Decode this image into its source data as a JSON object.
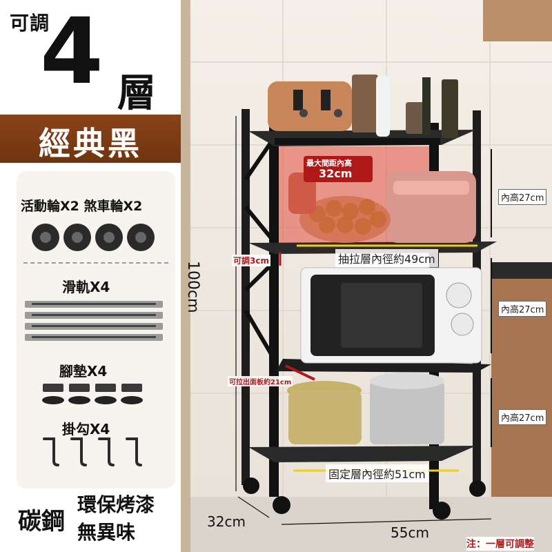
{
  "header": {
    "adjustable": "可調",
    "layer_count": "4",
    "layer_unit": "層",
    "color_name": "經典黑"
  },
  "accessories": {
    "wheels": "活動輪X2 煞車輪X2",
    "rails": "滑軌X4",
    "pads": "腳墊X4",
    "hooks": "掛勾X4"
  },
  "footer": {
    "material": "碳鋼",
    "feature_1": "環保烤漆",
    "feature_2": "無異味"
  },
  "callouts": {
    "max_gap_label": "最大間距內高",
    "max_gap_value": "32cm",
    "inner_height_1": "內高27cm",
    "inner_height_2": "內高27cm",
    "inner_height_3": "內高27cm",
    "pull_layer_width": "抽拉層內徑約49cm",
    "fixed_layer_width": "固定層內徑約51cm",
    "adjust_3cm": "可調3cm",
    "pull_panel": "可拉出面板約21cm",
    "total_height": "100cm",
    "depth": "32cm",
    "width": "55cm",
    "note": "注：一層可調整"
  },
  "colors": {
    "banner": "#7a3a12",
    "rack": "#1d1d1d",
    "accent_red": "#b01818",
    "measure_yellow": "#f4d10b"
  },
  "icons": [
    "caster-wheel-icon",
    "slide-rail-icon",
    "foot-pad-icon",
    "hook-icon"
  ]
}
